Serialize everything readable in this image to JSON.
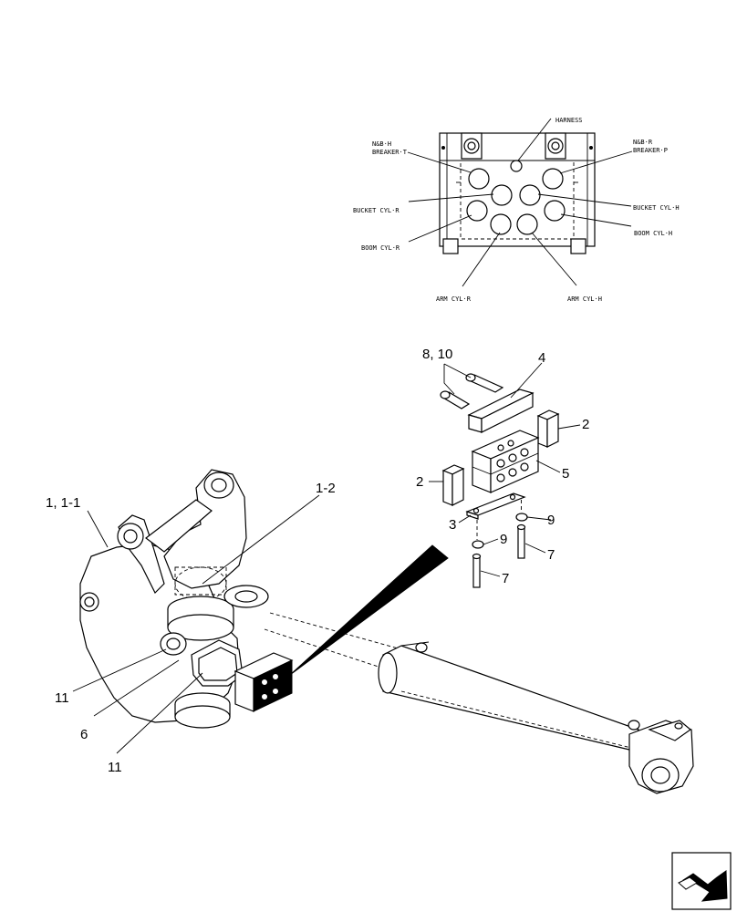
{
  "port_diagram": {
    "labels": {
      "harness": "HARNESS",
      "nb_h": "N&B·H",
      "breaker_t": "BREAKER·T",
      "nb_r": "N&B·R",
      "breaker_p": "BREAKER·P",
      "bucket_cyl_r": "BUCKET CYL·R",
      "bucket_cyl_h": "BUCKET CYL·H",
      "boom_cyl_r": "BOOM CYL·R",
      "boom_cyl_h": "BOOM CYL·H",
      "arm_cyl_r": "ARM CYL·R",
      "arm_cyl_h": "ARM CYL·H"
    }
  },
  "callouts": {
    "c_8_10": "8, 10",
    "c_4": "4",
    "c_2a": "2",
    "c_2b": "2",
    "c_5": "5",
    "c_3": "3",
    "c_9a": "9",
    "c_9b": "9",
    "c_7a": "7",
    "c_7b": "7",
    "c_1_2": "1-2",
    "c_1_1_1": "1, 1-1",
    "c_11a": "11",
    "c_6": "6",
    "c_11b": "11"
  },
  "icons": {
    "nav": "next-page-arrow-icon"
  }
}
